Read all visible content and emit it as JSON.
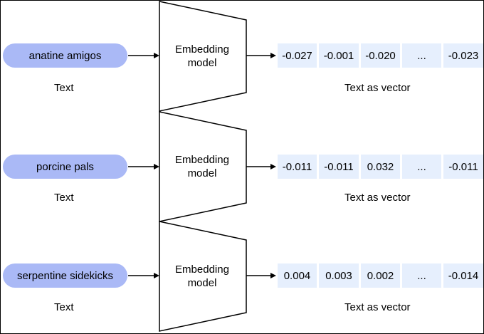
{
  "rows": [
    {
      "input": "anatine amigos",
      "input_caption": "Text",
      "model_line1": "Embedding",
      "model_line2": "model",
      "output_caption": "Text as vector",
      "vector": [
        "-0.027",
        "-0.001",
        "-0.020",
        "...",
        "-0.023"
      ]
    },
    {
      "input": "porcine pals",
      "input_caption": "Text",
      "model_line1": "Embedding",
      "model_line2": "model",
      "output_caption": "Text as vector",
      "vector": [
        "-0.011",
        "-0.011",
        "0.032",
        "...",
        "-0.011"
      ]
    },
    {
      "input": "serpentine sidekicks",
      "input_caption": "Text",
      "model_line1": "Embedding",
      "model_line2": "model",
      "output_caption": "Text as vector",
      "vector": [
        "0.004",
        "0.003",
        "0.002",
        "...",
        "-0.014"
      ]
    }
  ],
  "colors": {
    "pill": "#aab9f6",
    "vector_cell": "#e6effd",
    "stroke": "#000000"
  }
}
